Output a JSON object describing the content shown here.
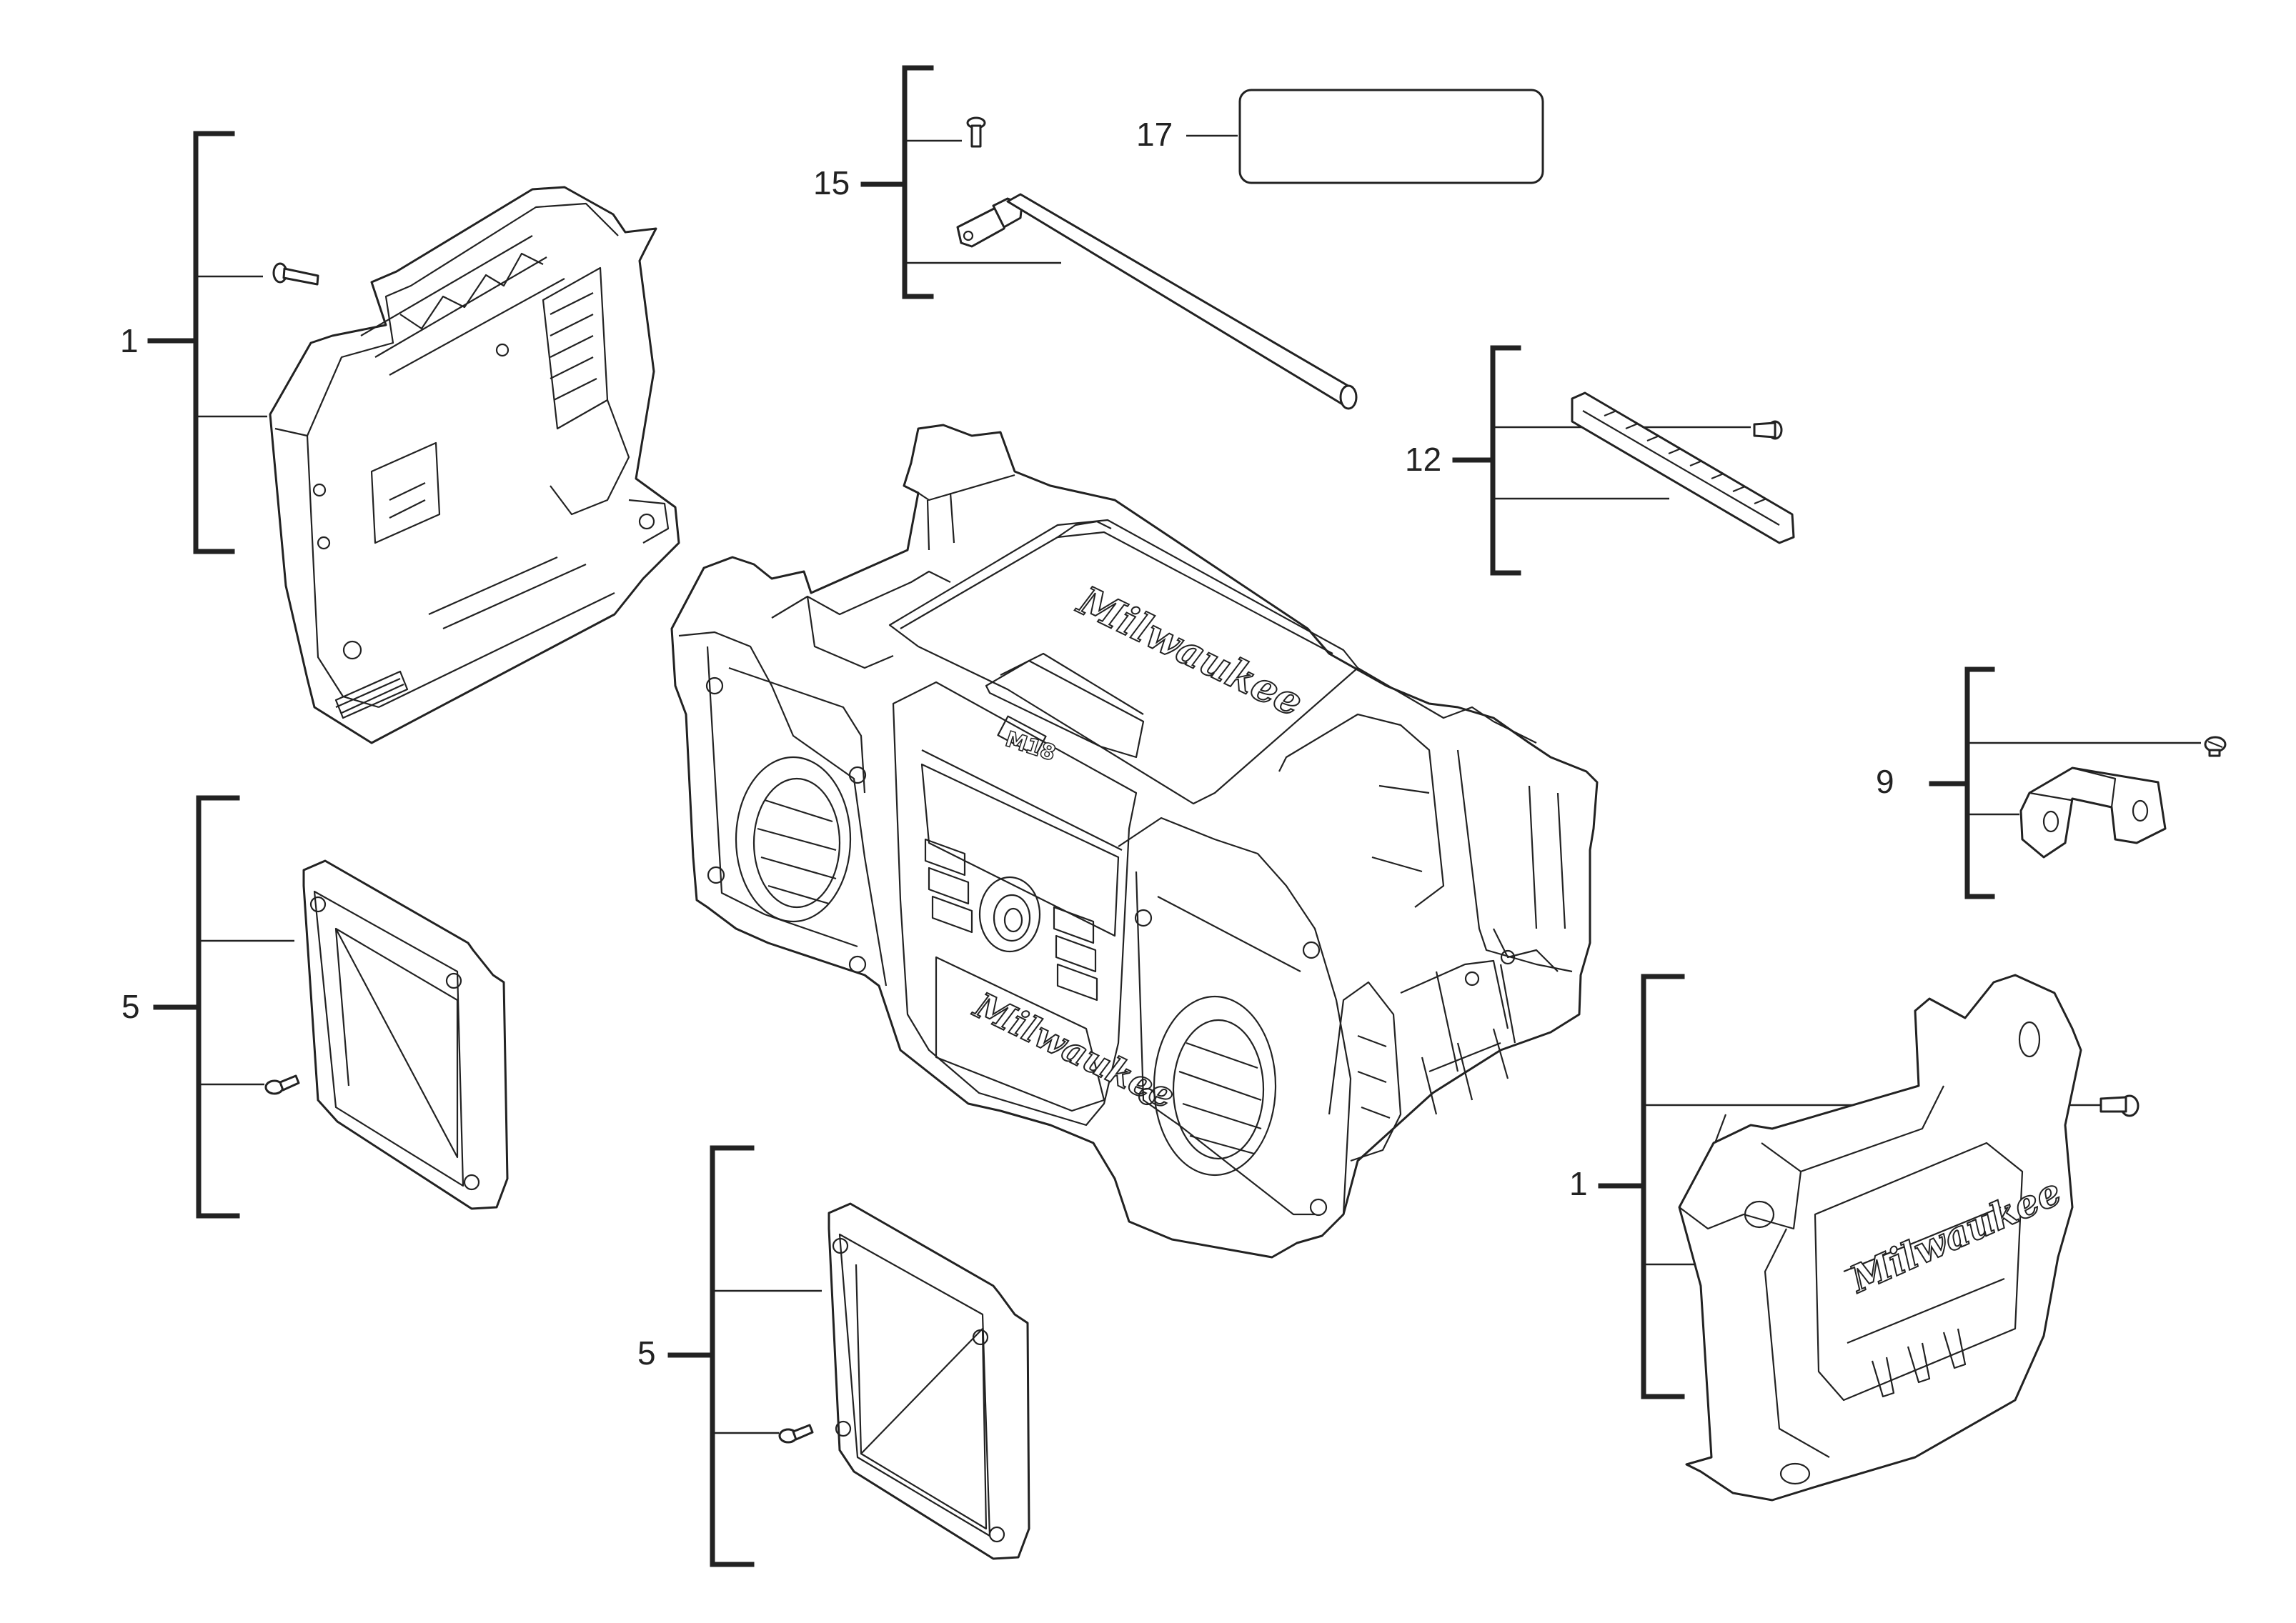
{
  "callouts": {
    "c1_top": "1",
    "c15": "15",
    "c17": "17",
    "c12": "12",
    "c9": "9",
    "c5_left": "5",
    "c5_bottom": "5",
    "c1_bottom": "1"
  },
  "markings": {
    "brand_logo": "Milwaukee",
    "voltage_badge": "M18"
  }
}
